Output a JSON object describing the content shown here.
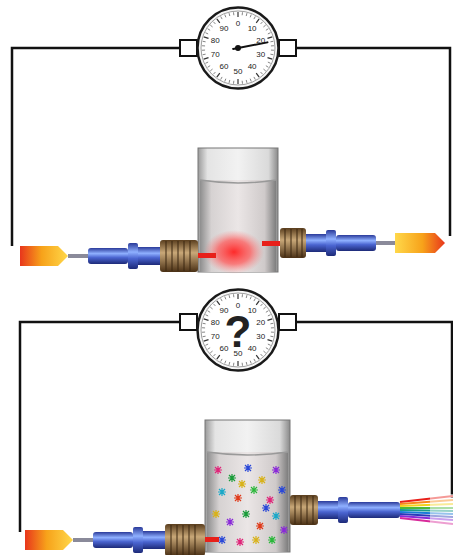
{
  "diagram": {
    "nodes": [
      {
        "text": [
          "0",
          "10",
          "20",
          "30",
          "40",
          "50",
          "60",
          "70",
          "80",
          "90"
        ]
      },
      {
        "text": [
          "0",
          "10",
          "20",
          "30",
          "40",
          "50",
          "60",
          "70",
          "80",
          "90",
          "?"
        ]
      }
    ]
  }
}
